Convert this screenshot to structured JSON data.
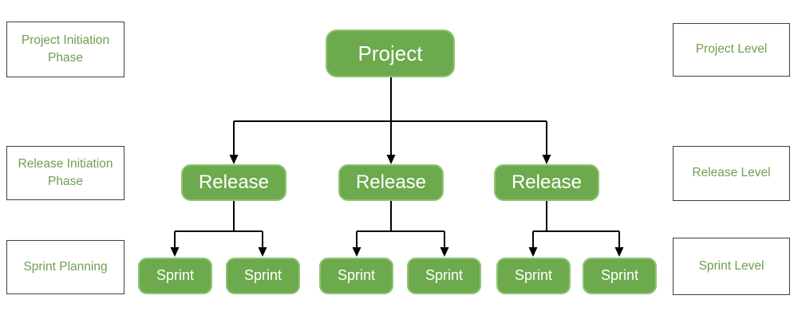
{
  "diagram": {
    "left_labels": [
      "Project Initiation Phase",
      "Release Initiation Phase",
      "Sprint Planning"
    ],
    "right_labels": [
      "Project Level",
      "Release Level",
      "Sprint Level"
    ],
    "nodes": {
      "project": "Project",
      "releases": [
        "Release",
        "Release",
        "Release"
      ],
      "sprints": [
        "Sprint",
        "Sprint",
        "Sprint",
        "Sprint",
        "Sprint",
        "Sprint"
      ]
    },
    "colors": {
      "node_fill": "#6caa4d",
      "node_border": "#8fc473",
      "node_text": "#ffffff",
      "side_label_text": "#6f9f51",
      "side_label_border": "#404040",
      "connector": "#000000",
      "background": "#ffffff"
    }
  }
}
